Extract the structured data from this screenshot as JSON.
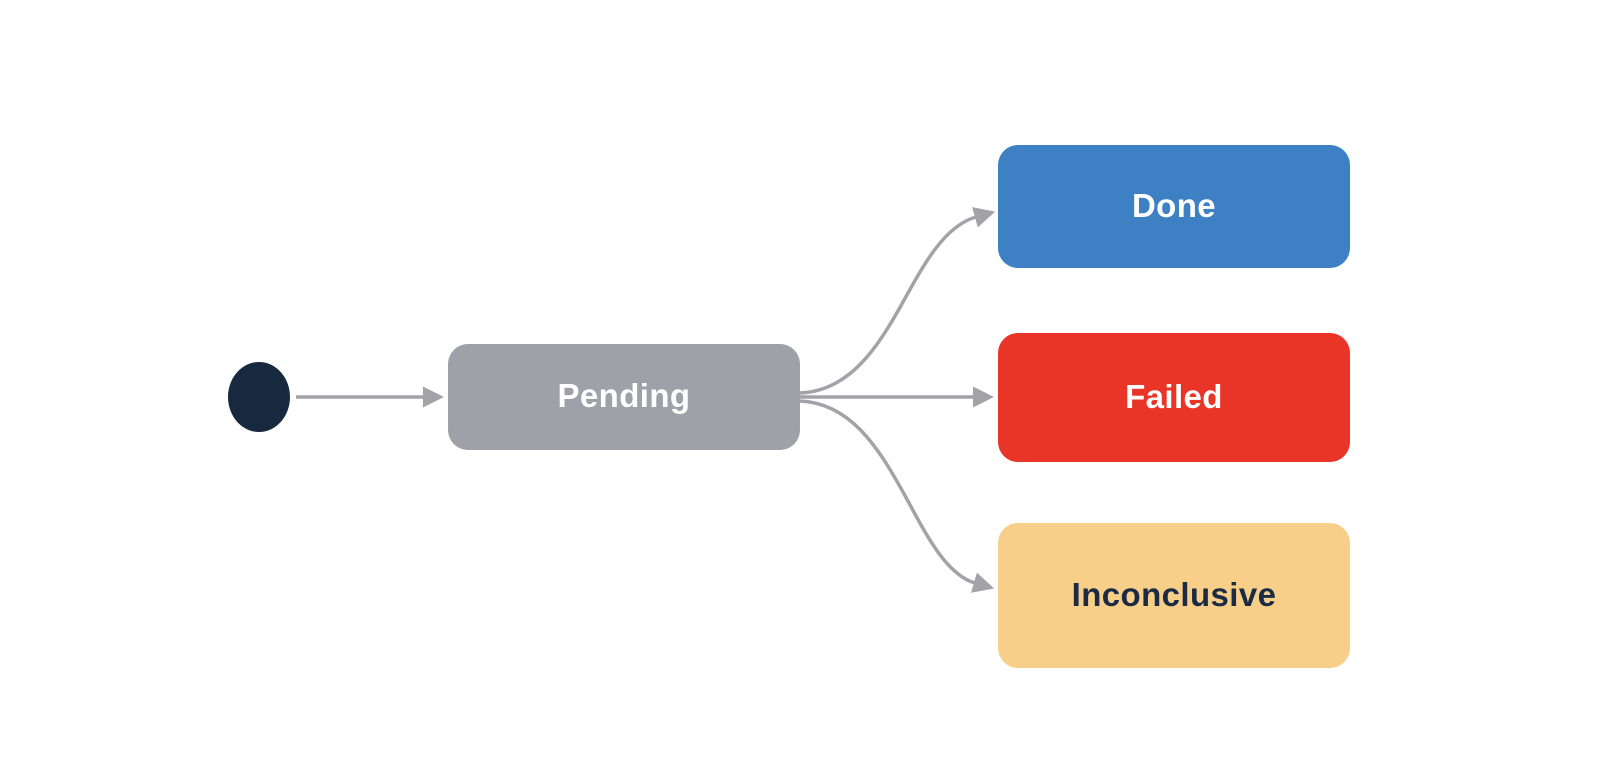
{
  "diagram": {
    "type": "state-diagram",
    "background": "#ffffff",
    "arrow_color": "#a2a2a8",
    "initial_state": {
      "id": "start",
      "shape": "filled-circle",
      "color": "#17293e"
    },
    "nodes": [
      {
        "id": "pending",
        "label": "Pending",
        "fill": "#9fa0a8",
        "text_color": "#ffffff"
      },
      {
        "id": "done",
        "label": "Done",
        "fill": "#3d80c4",
        "text_color": "#ffffff"
      },
      {
        "id": "failed",
        "label": "Failed",
        "fill": "#e93527",
        "text_color": "#ffffff"
      },
      {
        "id": "inconclusive",
        "label": "Inconclusive",
        "fill": "#f7cf88",
        "text_color": "#1b2b45"
      }
    ],
    "edges": [
      {
        "from": "start",
        "to": "pending"
      },
      {
        "from": "pending",
        "to": "done"
      },
      {
        "from": "pending",
        "to": "failed"
      },
      {
        "from": "pending",
        "to": "inconclusive"
      }
    ]
  }
}
